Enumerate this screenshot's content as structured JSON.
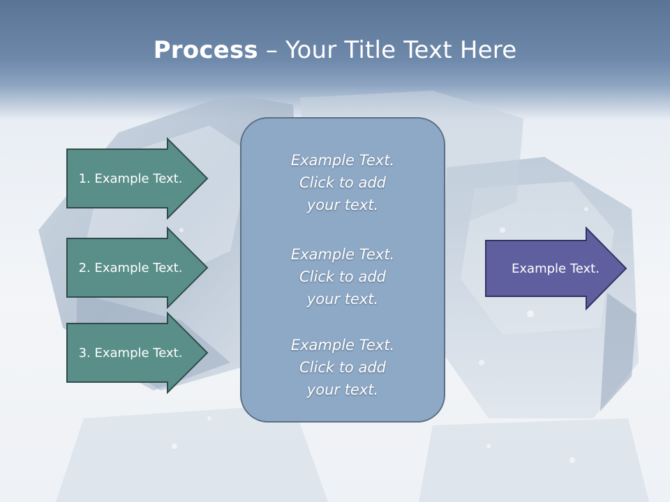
{
  "title": {
    "bold": "Process",
    "rest": " – Your Title Text Here"
  },
  "colors": {
    "header": "#6f89ab",
    "teal_arrow": "#5a8f89",
    "purple_arrow": "#5f5f9f",
    "center_box": "#8ea9c6"
  },
  "left_arrows": [
    {
      "label": "1. Example Text."
    },
    {
      "label": "2. Example Text."
    },
    {
      "label": "3. Example Text."
    }
  ],
  "center_blocks": [
    {
      "lines": [
        "Example Text.",
        "Click  to add",
        "your text."
      ]
    },
    {
      "lines": [
        "Example Text.",
        "Click  to add",
        "your text."
      ]
    },
    {
      "lines": [
        "Example Text.",
        "Click  to add",
        "your text."
      ]
    }
  ],
  "right_arrow": {
    "label": "Example Text."
  }
}
